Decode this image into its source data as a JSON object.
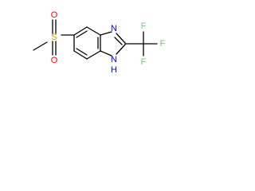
{
  "molecule": {
    "atoms": {
      "methyl": "",
      "sulfur": "S",
      "oxygen_top": "O",
      "oxygen_bottom": "O",
      "nitrogen_top": "N",
      "nitrogen_bottom": "N",
      "nitrogen_bottom_h": "H",
      "fluorine_top": "F",
      "fluorine_right": "F",
      "fluorine_bottom": "F"
    },
    "colors": {
      "bond": "#000000",
      "sulfur": "#b8a000",
      "oxygen": "#ff0000",
      "nitrogen": "#0000ff",
      "fluorine": "#7fbf7f",
      "carbon": "#000000"
    }
  }
}
